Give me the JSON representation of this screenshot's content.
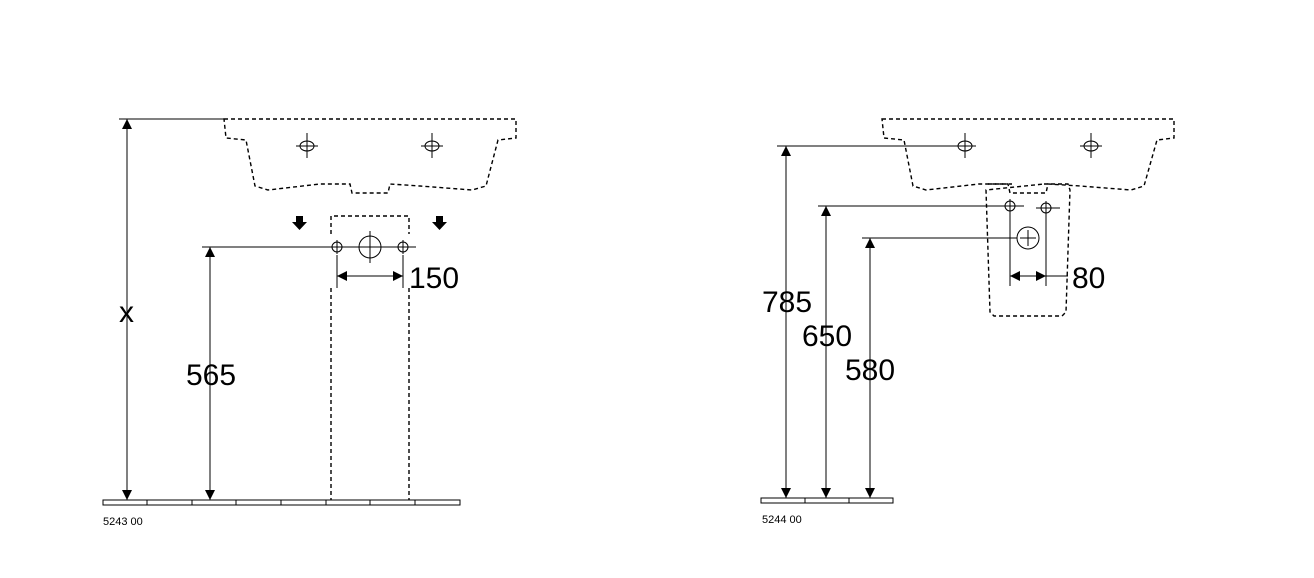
{
  "left_drawing": {
    "dim_x": "x",
    "dim_565": "565",
    "dim_150": "150",
    "code": "5243 00"
  },
  "right_drawing": {
    "dim_785": "785",
    "dim_650": "650",
    "dim_580": "580",
    "dim_80": "80",
    "code": "5244 00"
  }
}
